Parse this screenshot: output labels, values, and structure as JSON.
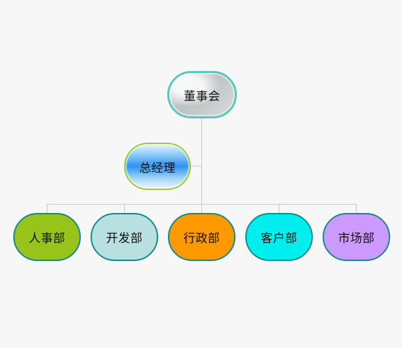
{
  "diagram": {
    "root": {
      "label": "董事会"
    },
    "manager": {
      "label": "总经理"
    },
    "departments": [
      {
        "label": "人事部",
        "color": "#97c31b"
      },
      {
        "label": "开发部",
        "color": "#b8e0e0"
      },
      {
        "label": "行政部",
        "color": "#ff9900"
      },
      {
        "label": "客户部",
        "color": "#00eeee"
      },
      {
        "label": "市场部",
        "color": "#cc99ff"
      }
    ]
  }
}
